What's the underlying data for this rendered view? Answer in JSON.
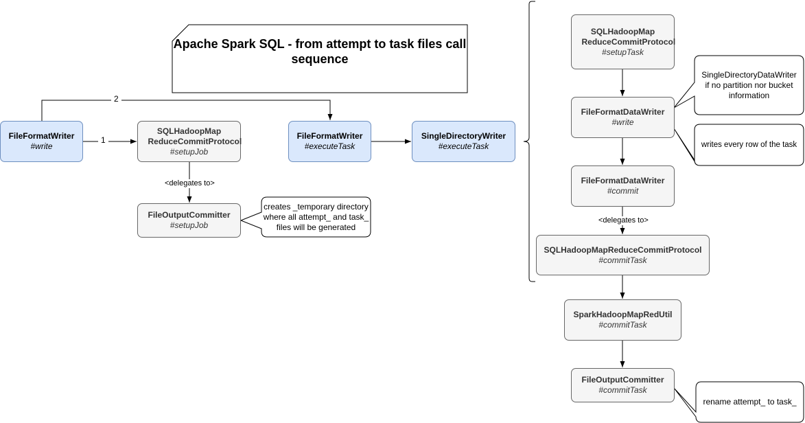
{
  "title": "Apache Spark SQL - from attempt to task files call sequence",
  "nodes": {
    "ffw_write": {
      "title": "FileFormatWriter",
      "sub": "#write"
    },
    "sql_setupjob": {
      "title": "SQLHadoopMap ReduceCommitProtocol",
      "sub": "#setupJob"
    },
    "ffw_exec": {
      "title": "FileFormatWriter",
      "sub": "#executeTask"
    },
    "sdw_exec": {
      "title": "SingleDirectoryWriter",
      "sub": "#executeTask"
    },
    "foc_setupjob": {
      "title": "FileOutputCommitter",
      "sub": "#setupJob"
    },
    "sql_setuptask": {
      "title": "SQLHadoopMap ReduceCommitProtocol",
      "sub": "#setupTask"
    },
    "ffdw_write": {
      "title": "FileFormatDataWriter",
      "sub": "#write"
    },
    "ffdw_commit": {
      "title": "FileFormatDataWriter",
      "sub": "#commit"
    },
    "sql_committask": {
      "title": "SQLHadoopMapReduceCommitProtocol",
      "sub": "#commitTask"
    },
    "shmru_committask": {
      "title": "SparkHadoopMapRedUtil",
      "sub": "#commitTask"
    },
    "foc_committask": {
      "title": "FileOutputCommitter",
      "sub": "#commitTask"
    }
  },
  "edge_labels": {
    "one": "1",
    "two": "2",
    "delegates_1": "<delegates to>",
    "delegates_2": "<delegates to>"
  },
  "notes": {
    "temporary_dir": "creates _temporary directory where all attempt_ and task_ files will be generated",
    "single_dir_writer": "SingleDirectoryDataWriter if no partition nor bucket information",
    "writes_rows": "writes every row of the task",
    "rename": "rename attempt_ to task_"
  }
}
